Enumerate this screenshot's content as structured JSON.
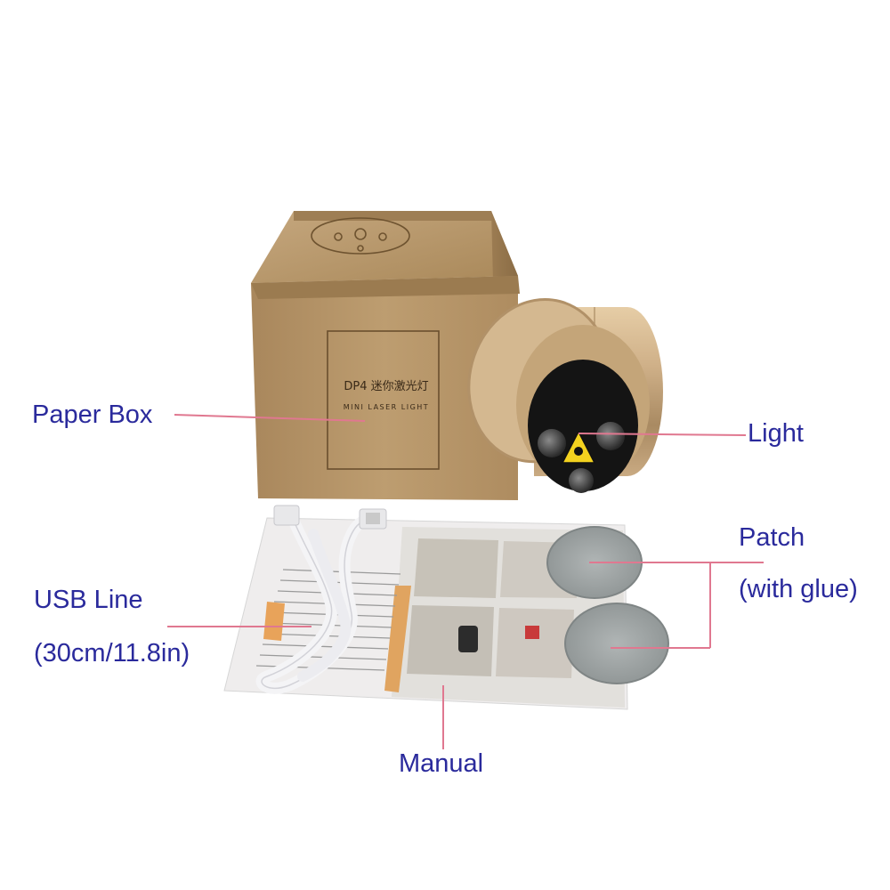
{
  "labels": {
    "paper_box": "Paper Box",
    "light": "Light",
    "patch_line1": "Patch",
    "patch_line2": "(with glue)",
    "usb_line1": "USB Line",
    "usb_line2": "(30cm/11.8in)",
    "manual": "Manual"
  },
  "box_print": {
    "model": "DP4 迷你激光灯",
    "subtitle": "MINI LASER LIGHT"
  },
  "colors": {
    "label_text": "#2a2a9c",
    "pointer_line": "#e07890",
    "box_kraft": "#b8976a",
    "light_gold": "#c9a87a",
    "patch_gray": "#9ea3a3"
  },
  "icons": {
    "laser_warning": "laser-warning-icon"
  }
}
